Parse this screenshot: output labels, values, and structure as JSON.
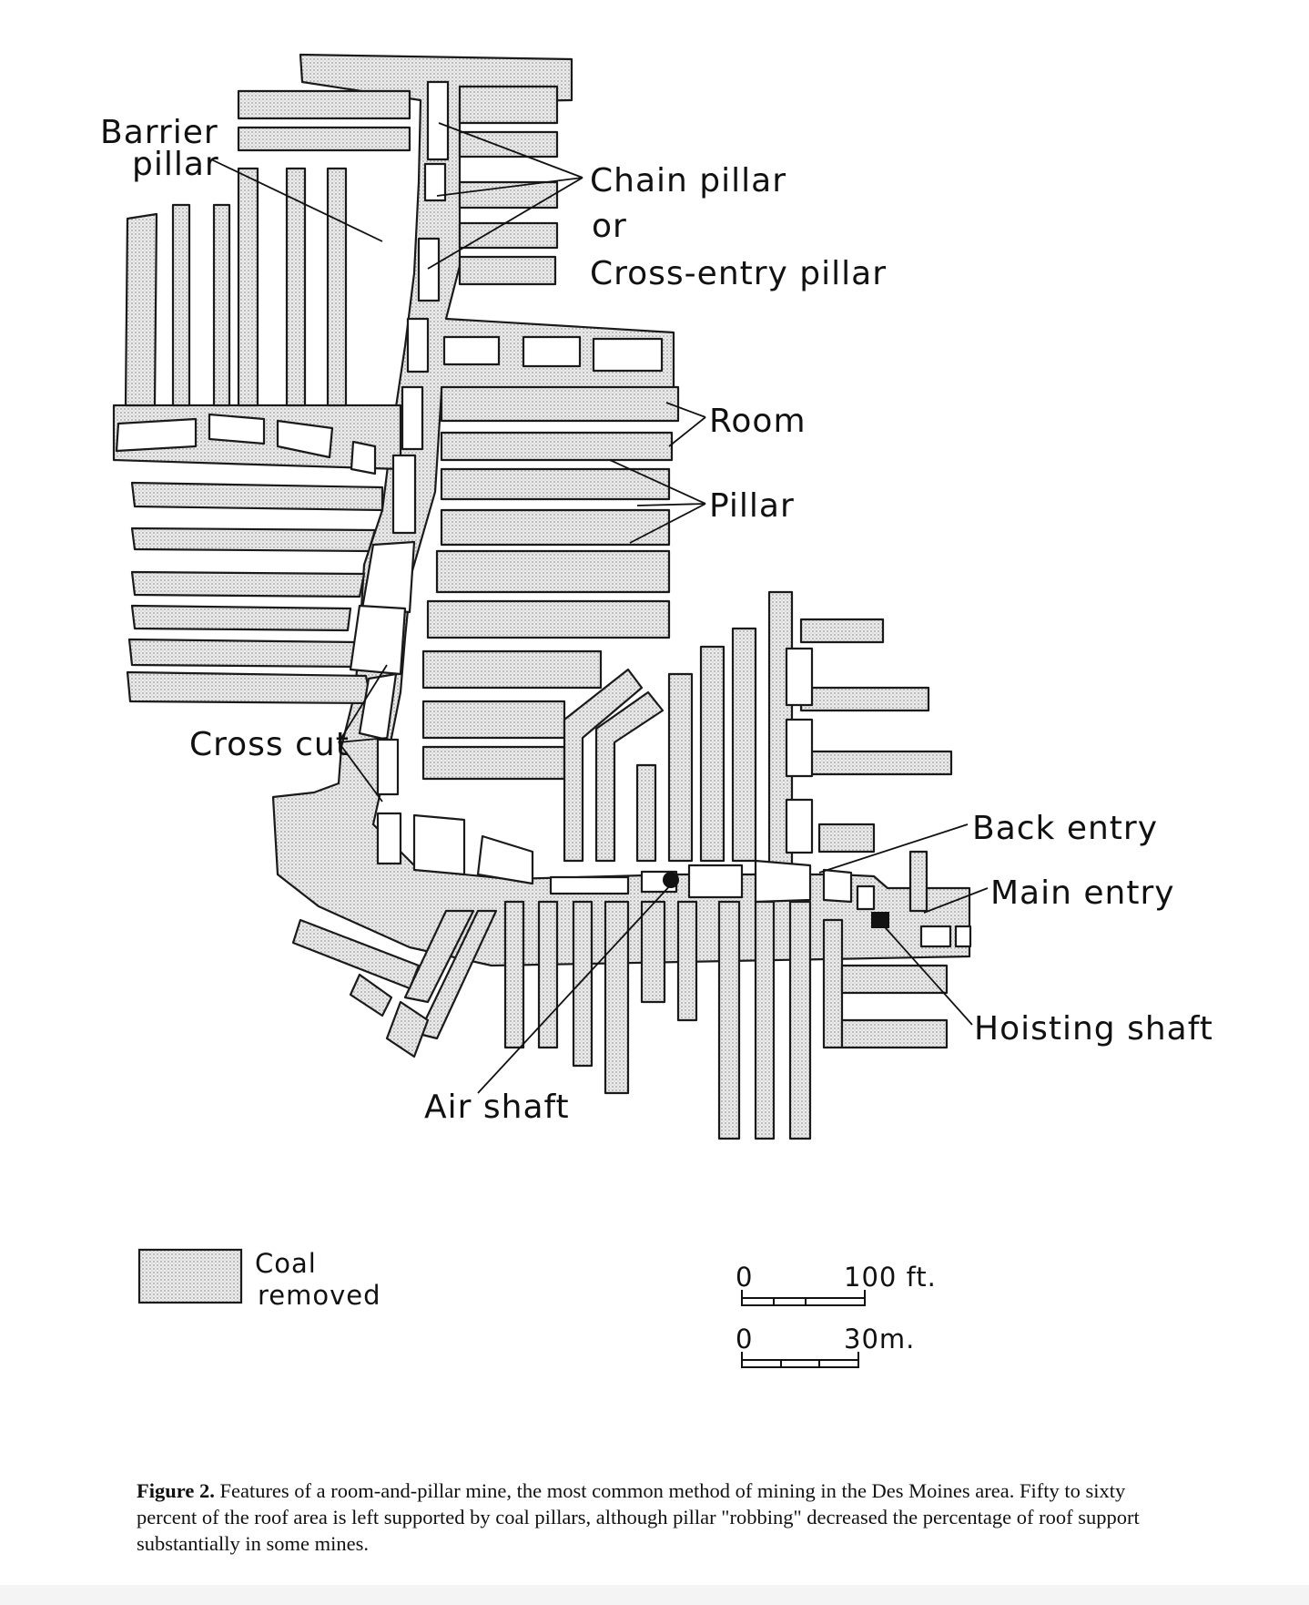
{
  "labels": {
    "barrier_pillar": [
      "Barrier",
      "pillar"
    ],
    "chain_pillar": [
      "Chain pillar",
      "or",
      "Cross-entry pillar"
    ],
    "room": "Room",
    "pillar": "Pillar",
    "cross_cut": "Cross cut",
    "back_entry": "Back entry",
    "main_entry": "Main entry",
    "hoisting_shaft": "Hoisting shaft",
    "air_shaft": "Air shaft"
  },
  "legend": {
    "lines": [
      "Coal",
      "removed"
    ]
  },
  "scale": {
    "feet": {
      "zero": "0",
      "value": "100 ft."
    },
    "meters": {
      "zero": "0",
      "value": "30m."
    }
  },
  "caption": {
    "label": "Figure 2.",
    "text": "Features of a room-and-pillar mine, the most common method of mining in the Des Moines area. Fifty to sixty percent of the roof area is left supported by coal pillars, although pillar \"robbing\" decreased the percentage of roof support substantially in some mines."
  },
  "colors": {
    "coal_removed": "#e4e4e4",
    "pillar": "#ffffff",
    "line": "#1a1a1a"
  }
}
